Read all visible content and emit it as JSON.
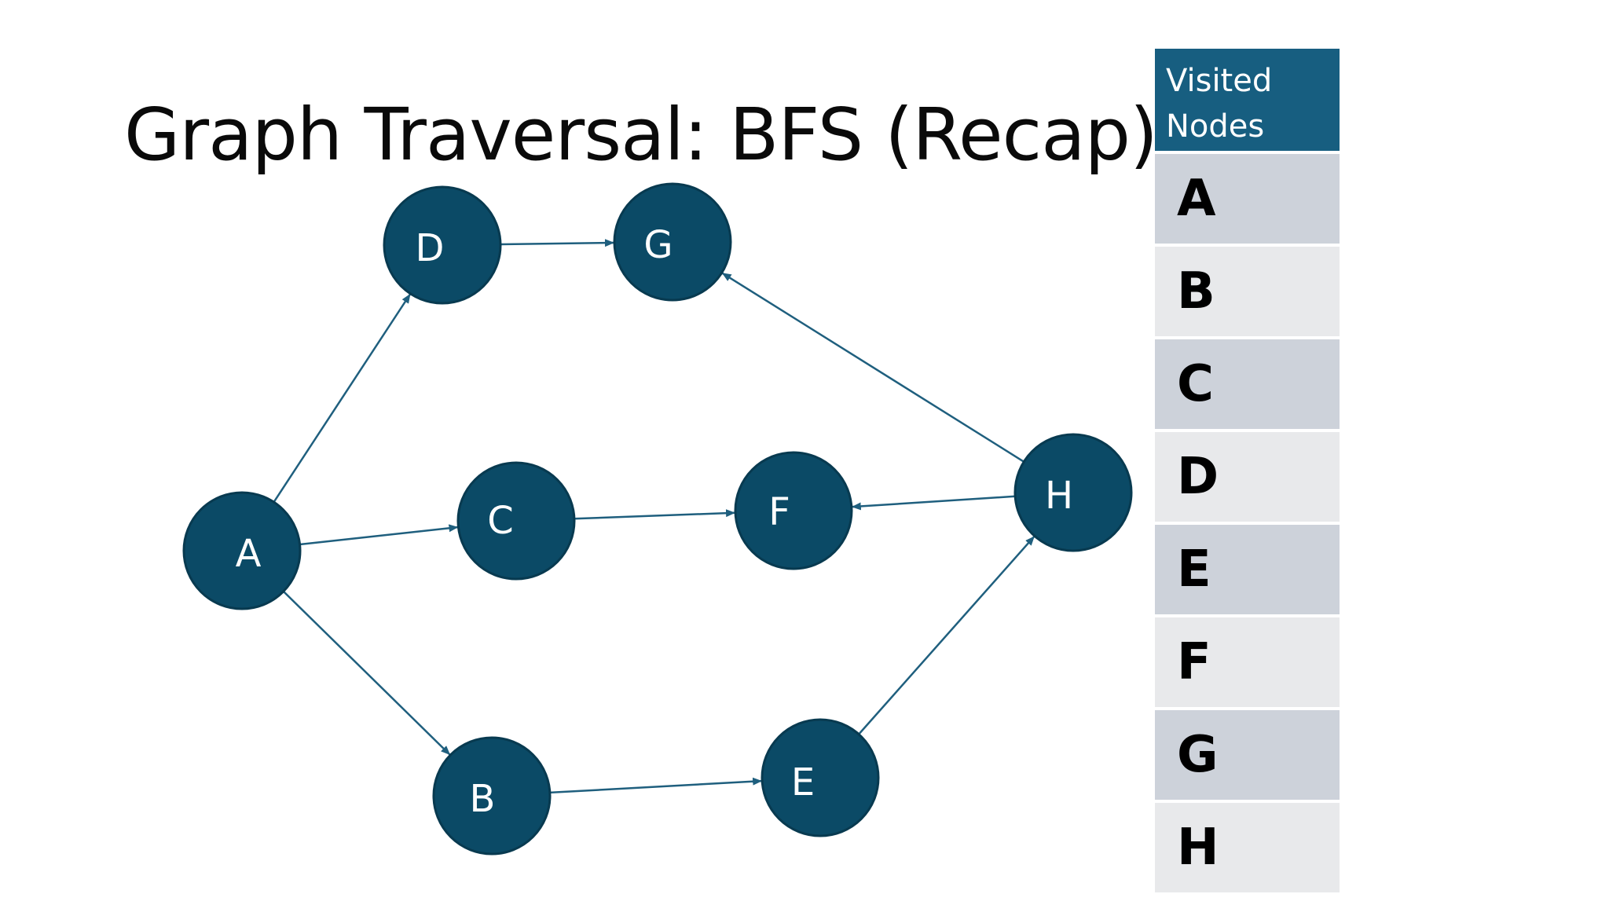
{
  "slide": {
    "title": "Graph Traversal: BFS (Recap)"
  },
  "colors": {
    "node_fill": "#0b4a66",
    "edge": "#1f5f7e",
    "panel_header": "#175e80",
    "row_dark": "#cdd2da",
    "row_light": "#e8e9eb"
  },
  "graph": {
    "nodes": [
      {
        "id": "A",
        "label": "A"
      },
      {
        "id": "B",
        "label": "B"
      },
      {
        "id": "C",
        "label": "C"
      },
      {
        "id": "D",
        "label": "D"
      },
      {
        "id": "E",
        "label": "E"
      },
      {
        "id": "F",
        "label": "F"
      },
      {
        "id": "G",
        "label": "G"
      },
      {
        "id": "H",
        "label": "H"
      }
    ],
    "edges": [
      {
        "from": "A",
        "to": "D"
      },
      {
        "from": "A",
        "to": "C"
      },
      {
        "from": "A",
        "to": "B"
      },
      {
        "from": "D",
        "to": "G"
      },
      {
        "from": "C",
        "to": "F"
      },
      {
        "from": "B",
        "to": "E"
      },
      {
        "from": "E",
        "to": "H"
      },
      {
        "from": "H",
        "to": "F"
      },
      {
        "from": "H",
        "to": "G"
      }
    ]
  },
  "visited": {
    "header_line1": "Visited",
    "header_line2": "Nodes",
    "items": [
      "A",
      "B",
      "C",
      "D",
      "E",
      "F",
      "G",
      "H"
    ]
  }
}
